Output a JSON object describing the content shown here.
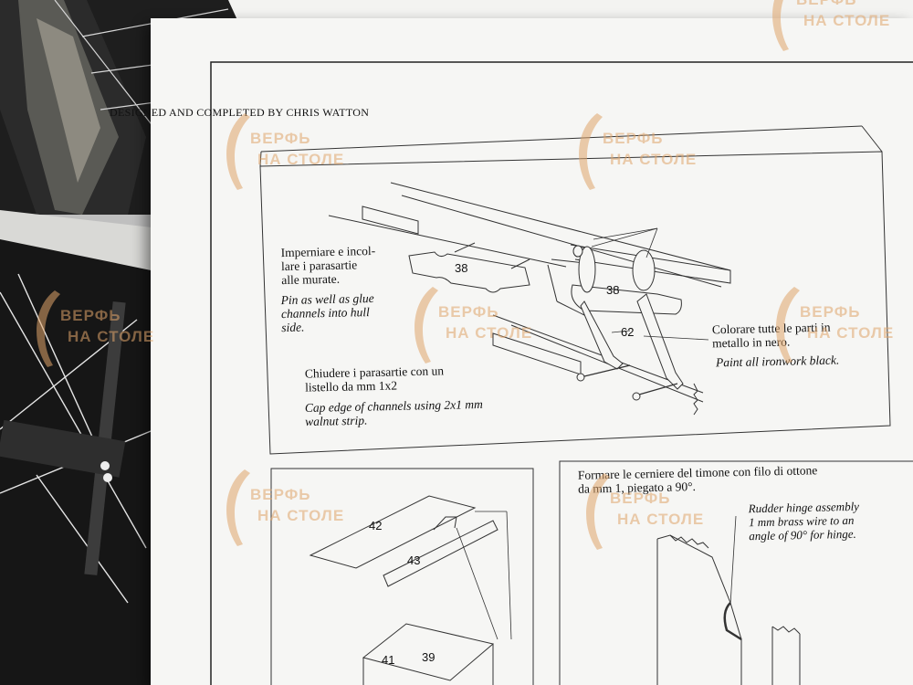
{
  "sheet": {
    "header": "DESIGNED AND COMPLETED BY CHRIS WATTON"
  },
  "channels_panel": {
    "it_instruction": "Imperniare e incol-\nlare i parasartie\nalle murate.",
    "en_instruction": "Pin as well as glue\nchannels into hull\nside.",
    "it_cap": "Chiudere i parasartie con un\nlistello da mm 1x2",
    "en_cap": "Cap edge of channels using 2x1 mm\nwalnut strip.",
    "it_paint": "Colorare tutte le parti in\nmetallo in nero.",
    "en_paint": "Paint all ironwork black.",
    "part_a": "38",
    "part_b": "38",
    "part_c": "62"
  },
  "box_panel": {
    "part_1": "42",
    "part_2": "43",
    "part_3": "41",
    "part_4": "39"
  },
  "rudder_panel": {
    "it_text": "Formare le cerniere del timone con filo di ottone\nda mm 1, piegato a 90°.",
    "en_text": "Rudder hinge assembly\n1 mm brass wire to an\nangle of 90° for hinge."
  },
  "watermark": {
    "line1": "ВЕРФЬ",
    "line2": "НА СТОЛЕ",
    "color": "#e0a56b"
  },
  "colors": {
    "paper": "#f6f6f4",
    "ink": "#111111",
    "photo_dark": "#1c1c1c"
  }
}
